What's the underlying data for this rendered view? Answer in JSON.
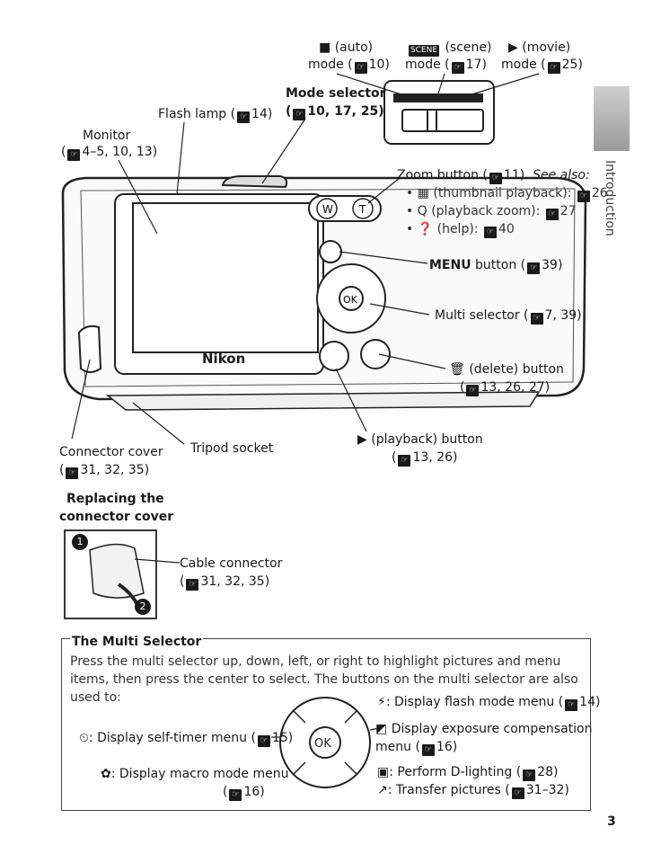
{
  "modes": {
    "auto": {
      "label": "(auto)",
      "line2": "mode (",
      "ref": "10",
      ")": ")"
    },
    "scene": {
      "label": "(scene)",
      "line2": "mode (",
      "ref": "17"
    },
    "movie": {
      "label": "(movie)",
      "line2": "mode (",
      "ref": "25"
    }
  },
  "callouts": {
    "mode_selector": {
      "title": "Mode selector",
      "refs": "10, 17, 25"
    },
    "flash_lamp": {
      "label": "Flash lamp (",
      "ref": "14"
    },
    "monitor": {
      "label": "Monitor",
      "refs": "4–5, 10, 13)"
    },
    "zoom_button": {
      "label": "Zoom button (",
      "ref": "11).",
      "see_also": "See also:",
      "items": [
        {
          "label": "(thumbnail playback):",
          "ref": "26"
        },
        {
          "label": "(playback zoom):",
          "ref": "27"
        },
        {
          "label": "(help):",
          "ref": "40"
        }
      ]
    },
    "menu_button": {
      "label": "MENU",
      "suffix": " button (",
      "ref": "39)"
    },
    "multi_selector": {
      "label": "Multi selector (",
      "ref": "7, 39)"
    },
    "delete_button": {
      "label": "(delete) button",
      "ref": "13, 26, 27)"
    },
    "playback_button": {
      "label": "(playback) button",
      "ref": "13, 26)"
    },
    "connector_cover": {
      "label": "Connector cover",
      "ref": "31, 32, 35)"
    },
    "tripod_socket": {
      "label": "Tripod socket"
    },
    "brand": "Nikon"
  },
  "replacing": {
    "title_line1": "Replacing the",
    "title_line2": "connector cover",
    "cable_connector": "Cable connector",
    "cable_refs": "31, 32, 35)",
    "step1": "1",
    "step2": "2"
  },
  "multi_selector_section": {
    "title": "The Multi Selector",
    "paragraph": "Press the multi selector up, down, left, or right to highlight pictures and menu items, then press the center to select. The buttons on the multi selector are also used to:",
    "flash": {
      "label": ": Display flash mode menu (",
      "ref": "14)"
    },
    "self_timer": {
      "label": ": Display self-timer menu (",
      "ref": "15)"
    },
    "exposure": {
      "line1": "Display exposure compensation",
      "line2": "menu (",
      "ref": "16)"
    },
    "macro": {
      "line1": ": Display macro mode menu",
      "ref": "16)"
    },
    "dlighting": {
      "label": ": Perform D-lighting (",
      "ref": "28)"
    },
    "transfer": {
      "label": ": Transfer pictures (",
      "ref": "31–32)"
    },
    "ok_label": "OK"
  },
  "sidebar": "Introduction",
  "page_number": "3"
}
